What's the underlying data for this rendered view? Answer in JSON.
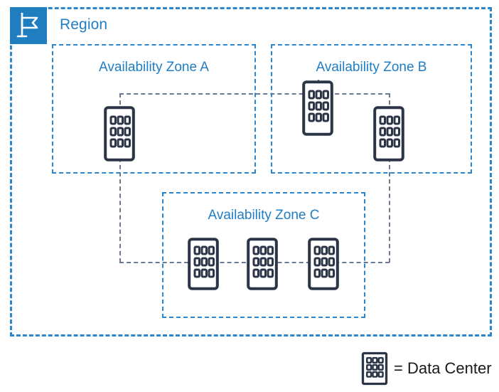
{
  "diagram": {
    "type": "cloud-architecture",
    "region": {
      "label": "Region",
      "icon": "flag-icon",
      "border_color": "#2b86cd",
      "flag_bg_color": "#1f7dc0",
      "label_color": "#1f7ec4"
    },
    "availability_zones": [
      {
        "id": "az-a",
        "label": "Availability Zone A",
        "data_center_count": 1
      },
      {
        "id": "az-b",
        "label": "Availability Zone B",
        "data_center_count": 2
      },
      {
        "id": "az-c",
        "label": "Availability Zone C",
        "data_center_count": 3
      }
    ],
    "data_centers": [
      {
        "zone": "az-a",
        "index": 0
      },
      {
        "zone": "az-b",
        "index": 0
      },
      {
        "zone": "az-b",
        "index": 1
      },
      {
        "zone": "az-c",
        "index": 0
      },
      {
        "zone": "az-c",
        "index": 1
      },
      {
        "zone": "az-c",
        "index": 2
      }
    ],
    "connector_color": "#6b7a93",
    "data_center_color": "#2c3547",
    "legend": {
      "icon": "data-center-icon",
      "equals_label": "= Data Center"
    }
  }
}
